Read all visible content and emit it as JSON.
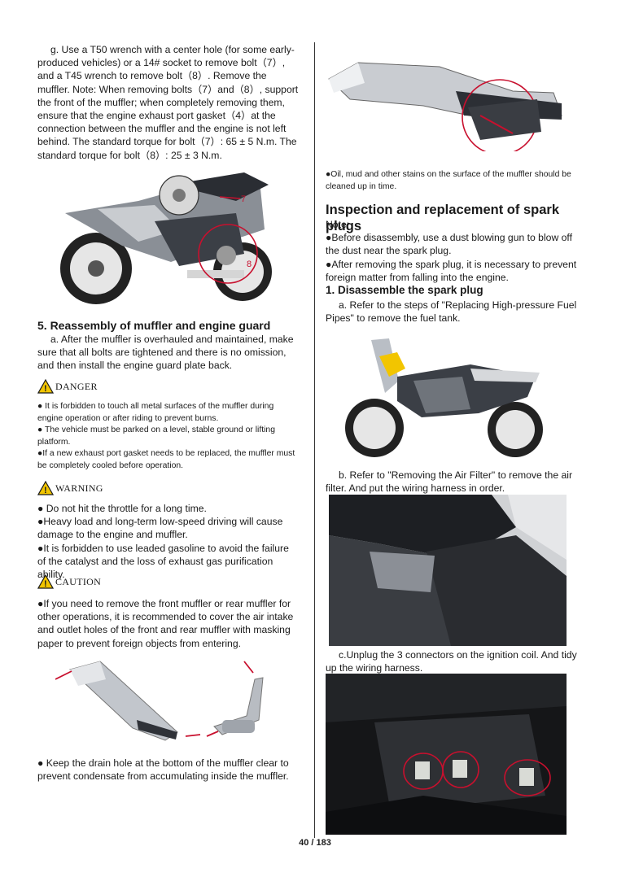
{
  "left": {
    "step_g": "g. Use a T50 wrench with a center hole (for some early-produced vehicles) or a 14# socket to remove bolt（7）, and a T45 wrench to remove bolt（8）. Remove the muffler. Note: When removing bolts（7）and（8）, support the front of the muffler; when completely removing them, ensure that the engine exhaust port gasket（4）at the connection between the muffler and the engine is not left behind. The standard torque for bolt（7）: 65 ± 5 N.m. The standard torque for bolt（8）: 25 ± 3 N.m.",
    "section_title": "5. Reassembly of muffler and engine guard",
    "step_a": "a. After the muffler is overhauled and maintained, make sure that all bolts are tightened and there is no omission, and then install the engine guard plate back.",
    "danger_label": "DANGER",
    "danger_items": [
      "● It is forbidden to touch all metal surfaces of the muffler during engine operation or after riding to prevent burns.",
      "● The vehicle must be parked on a level, stable ground or lifting platform.",
      "●If a new exhaust port gasket needs to be replaced, the muffler must be completely cooled before operation."
    ],
    "warning_label": "WARNING",
    "warning_items": [
      "● Do not hit the throttle for a long time.",
      "●Heavy load and long-term low-speed driving will cause damage to the engine and muffler.",
      "●It is forbidden to use leaded gasoline to avoid the failure of the catalyst and the loss of exhaust gas purification ability."
    ],
    "caution_label": "CAUTION",
    "caution_text": "●If you need to remove the front muffler or rear muffler for other operations, it is recommended to cover the air intake and outlet holes of the front and rear muffler with masking paper to prevent foreign objects from entering.",
    "drain_note": "● Keep the drain hole at the bottom of the muffler clear to prevent condensate from accumulating inside the muffler."
  },
  "right": {
    "muffler_note": "●Oil, mud and other stains on the surface of the muffler should be cleaned up in time.",
    "title": "Inspection and replacement of spark plugs",
    "note_label": "Note:",
    "note_items": [
      "●Before disassembly, use a dust blowing gun to blow off the dust near the spark plug.",
      "●After removing the spark plug, it is necessary to prevent foreign matter from falling into the engine."
    ],
    "sub_title": "1. Disassemble the spark plug",
    "step_a": "a. Refer to the steps of \"Replacing High-pressure Fuel Pipes\" to remove the fuel tank.",
    "step_b": "b. Refer to \"Removing the Air Filter\" to remove the air filter. And put the wiring harness in order.",
    "step_c": "c.Unplug the 3 connectors on the ignition coil. And tidy up the wiring harness."
  },
  "callouts": {
    "bolt7": "7",
    "bolt8": "8"
  },
  "page": "40  /  183",
  "colors": {
    "annotation_red": "#c8102e",
    "warning_yellow": "#f2c500"
  }
}
